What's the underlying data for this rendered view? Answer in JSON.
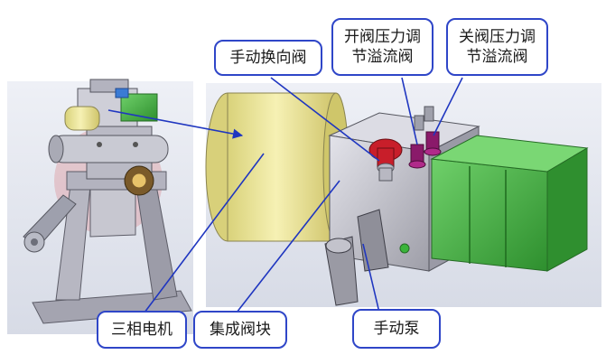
{
  "callouts": {
    "manual_valve": "手动换向阀",
    "open_relief_valve": [
      "开阀压力调",
      "节溢流阀"
    ],
    "close_relief_valve": [
      "关阀压力调",
      "节溢流阀"
    ],
    "motor": "三相电机",
    "manifold": "集成阀块",
    "hand_pump": "手动泵"
  },
  "colors": {
    "callout_border": "#2f46c8",
    "leader_line": "#1f36c0",
    "motor_green": "#3aa63a",
    "tank_yellow": "#efe89a",
    "valve_red": "#c81e2a",
    "valve_purple": "#8a1a6a",
    "machine_gray": "#a9a9b5"
  }
}
